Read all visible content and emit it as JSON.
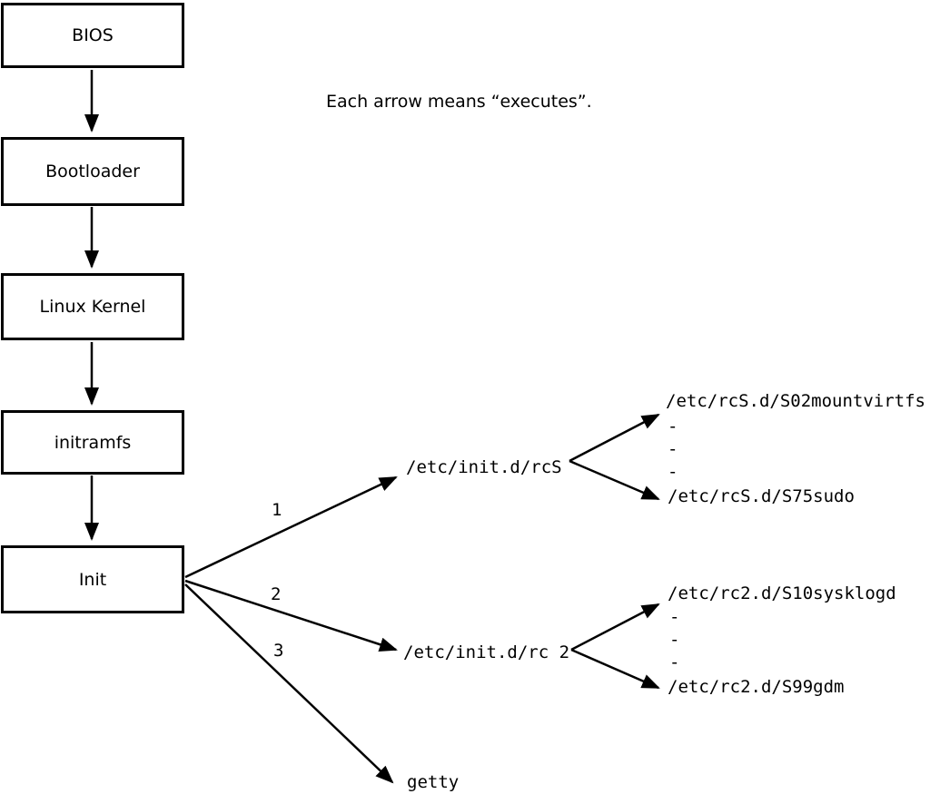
{
  "note": "Each arrow means “executes”.",
  "boxes": {
    "bios": "BIOS",
    "bootloader": "Bootloader",
    "kernel": "Linux Kernel",
    "initramfs": "initramfs",
    "init": "Init"
  },
  "fan": [
    {
      "number": "1",
      "target": "/etc/init.d/rcS"
    },
    {
      "number": "2",
      "target": "/etc/init.d/rc 2"
    },
    {
      "number": "3",
      "target": "getty"
    }
  ],
  "rcs_scripts": {
    "first": "/etc/rcS.d/S02mountvirtfs",
    "dashes": [
      "-",
      "-",
      "-"
    ],
    "last": "/etc/rcS.d/S75sudo"
  },
  "rc2_scripts": {
    "first": "/etc/rc2.d/S10sysklogd",
    "dashes": [
      "-",
      "-",
      "-"
    ],
    "last": "/etc/rc2.d/S99gdm"
  },
  "colors": {
    "ink": "#000000",
    "background": "#ffffff"
  }
}
